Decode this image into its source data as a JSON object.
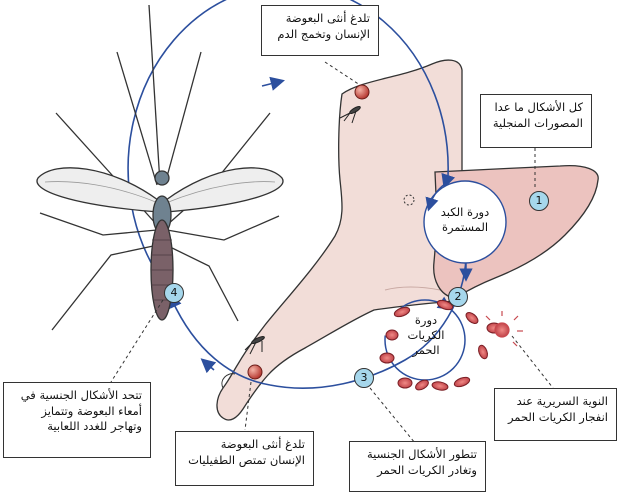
{
  "callouts": {
    "top": [
      "تلدغ أنثى البعوضة",
      "الإنسان وتخمج الدم"
    ],
    "liver": [
      "كل الأشكال ما عدا",
      "المصورات المنجلية"
    ],
    "rupture": [
      "النوية السريرية عند",
      "انفجار الكريات الحمر"
    ],
    "gametocytes": [
      "تتطور الأشكال الجنسية",
      "وتغادر الكريات الحمر"
    ],
    "second_bite": [
      "تلدغ أنثى البعوضة",
      "الإنسان تمتص الطفيليات"
    ],
    "mosquito": [
      "تتحد الأشكال الجنسية في",
      "أمعاء البعوضة وتتمايز",
      "وتهاجر للغدد اللعابية"
    ]
  },
  "cycles": {
    "liver": [
      "دورة الكبد",
      "المستمرة"
    ],
    "blood": [
      "دورة",
      "الكريات",
      "الحمر"
    ]
  },
  "stages": [
    "1",
    "2",
    "3",
    "4"
  ],
  "colors": {
    "skin": "#f2ddd8",
    "liver": "#ecc3bf",
    "mosquito_body": "#6f8290",
    "abdomen": "#7a6168",
    "wing": "#eeeeee",
    "parasite": "#c44a40",
    "rbc": "#c8494f",
    "arrow": "#2c4f9e",
    "badge": "#a6d7ec"
  }
}
